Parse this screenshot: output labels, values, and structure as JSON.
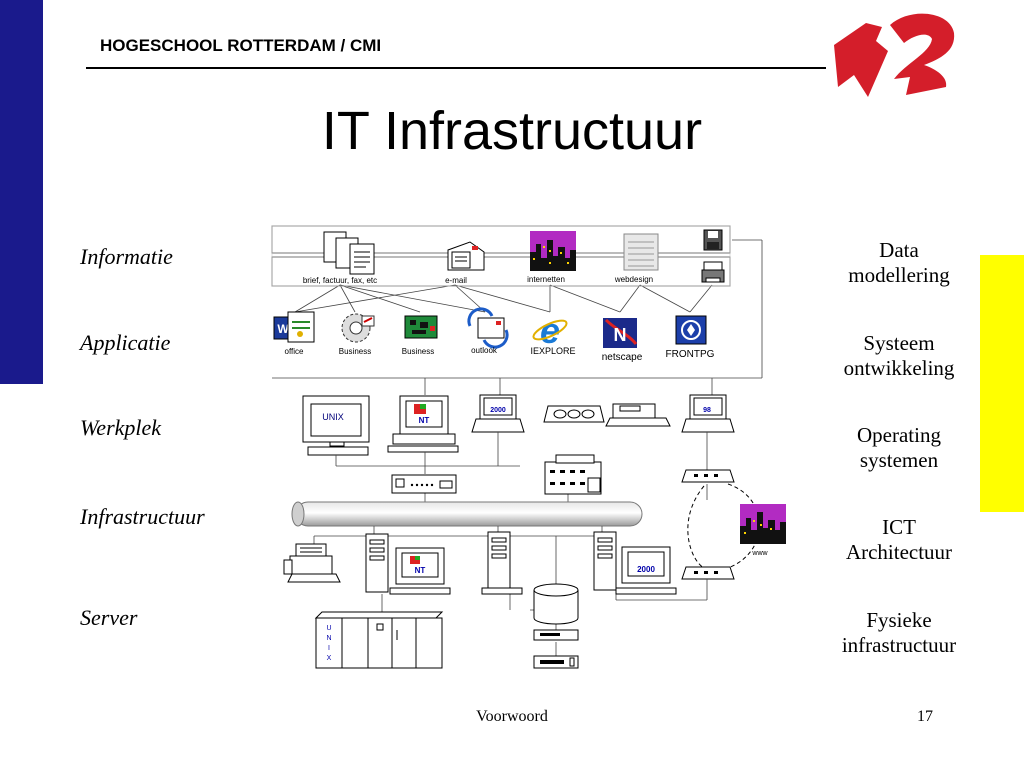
{
  "header": {
    "school": "HOGESCHOOL ROTTERDAM / CMI",
    "title": "IT Infrastructuur"
  },
  "layers": [
    "Informatie",
    "Applicatie",
    "Werkplek",
    "Infrastructuur",
    "Server"
  ],
  "disciplines": [
    [
      "Data",
      "modellering"
    ],
    [
      "Systeem",
      "ontwikkeling"
    ],
    [
      "Operating",
      "systemen"
    ],
    [
      "ICT",
      "Architectuur"
    ],
    [
      "Fysieke",
      "infrastructuur"
    ]
  ],
  "information_items": [
    "brief, factuur, fax, etc",
    "e-mail",
    "internetten",
    "webdesign"
  ],
  "applications": [
    "office",
    "Business",
    "Business",
    "outlook",
    "IEXPLORE",
    "netscape",
    "FRONTPG"
  ],
  "screen_labels": {
    "unix": "UNIX",
    "nt": "NT",
    "w2000": "2000",
    "w98": "98",
    "www": "www",
    "unix_server": [
      "U",
      "N",
      "I",
      "X"
    ]
  },
  "colors": {
    "left_bar": "#1a1a8c",
    "right_bar": "#ffff00",
    "logo_red": "#d41e2a"
  },
  "footer": {
    "center": "Voorwoord",
    "page": "17"
  }
}
